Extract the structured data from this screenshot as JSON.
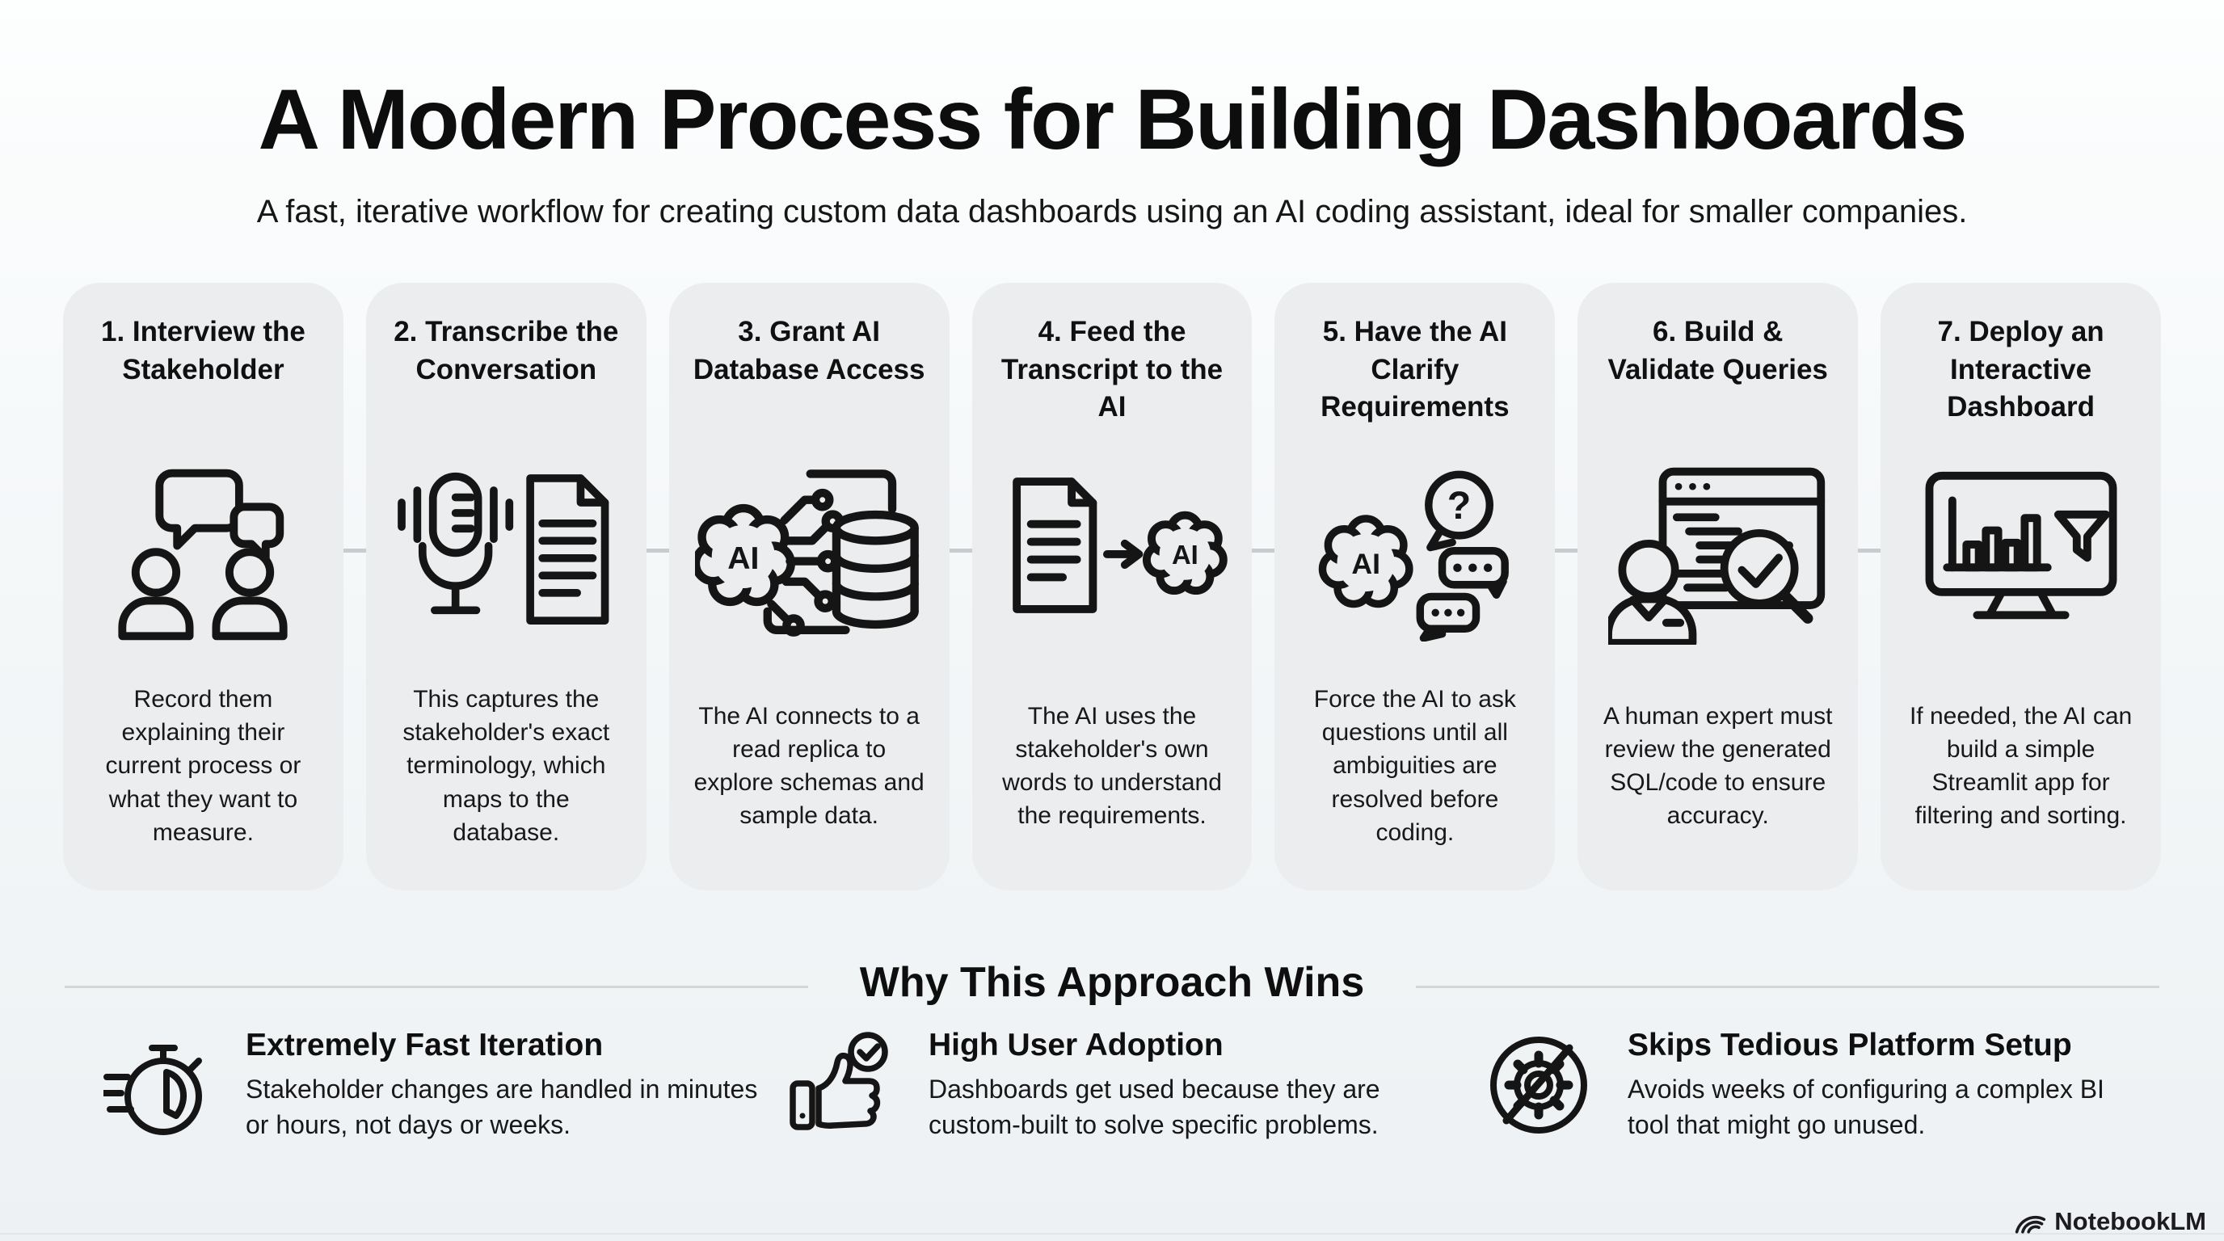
{
  "header": {
    "title": "A Modern Process for Building Dashboards",
    "subtitle": "A fast, iterative workflow for creating custom data dashboards using an AI coding assistant, ideal for smaller companies."
  },
  "steps": [
    {
      "title": "1. Interview the Stakeholder",
      "description": "Record them explaining their current process or what they want to measure.",
      "icon": "conversation-icon"
    },
    {
      "title": "2. Transcribe the Conversation",
      "description": "This captures the stakeholder's exact terminology, which maps to the database.",
      "icon": "microphone-transcript-icon"
    },
    {
      "title": "3. Grant AI Database Access",
      "description": "The AI connects to a read replica to explore schemas and sample data.",
      "icon": "ai-brain-database-icon"
    },
    {
      "title": "4. Feed the Transcript to the AI",
      "description": "The AI uses the stakeholder's own words to understand the requirements.",
      "icon": "document-to-ai-icon"
    },
    {
      "title": "5. Have the AI Clarify Requirements",
      "description": "Force the AI to ask questions until all ambiguities are resolved before coding.",
      "icon": "ai-questions-icon"
    },
    {
      "title": "6. Build & Validate Queries",
      "description": "A human expert must review the generated SQL/code to ensure accuracy.",
      "icon": "human-review-code-icon"
    },
    {
      "title": "7. Deploy an Interactive Dashboard",
      "description": "If needed, the AI can build a simple Streamlit app for filtering and sorting.",
      "icon": "dashboard-monitor-icon"
    }
  ],
  "ai_labels": {
    "brain_text": "AI",
    "question_mark": "?"
  },
  "benefits_section": {
    "heading": "Why This Approach Wins",
    "benefits": [
      {
        "title": "Extremely Fast Iteration",
        "description": "Stakeholder changes are handled in minutes or hours, not days or weeks.",
        "icon": "stopwatch-icon"
      },
      {
        "title": "High User Adoption",
        "description": "Dashboards get used because they are custom-built to solve specific problems.",
        "icon": "thumbs-up-check-icon"
      },
      {
        "title": "Skips Tedious Platform Setup",
        "description": "Avoids weeks of configuring a complex BI tool that might go unused.",
        "icon": "no-gear-icon"
      }
    ]
  },
  "footer": {
    "brand": "NotebookLM",
    "logo_icon": "notebooklm-logo-icon"
  },
  "colors": {
    "page_background_top": "#fdfefe",
    "page_background_bottom": "#edf1f3",
    "card_background": "#ebedef",
    "text_primary": "#111111",
    "line_art": "#151515",
    "connector_line": "#c8cccf",
    "divider": "#d2d6d8"
  }
}
